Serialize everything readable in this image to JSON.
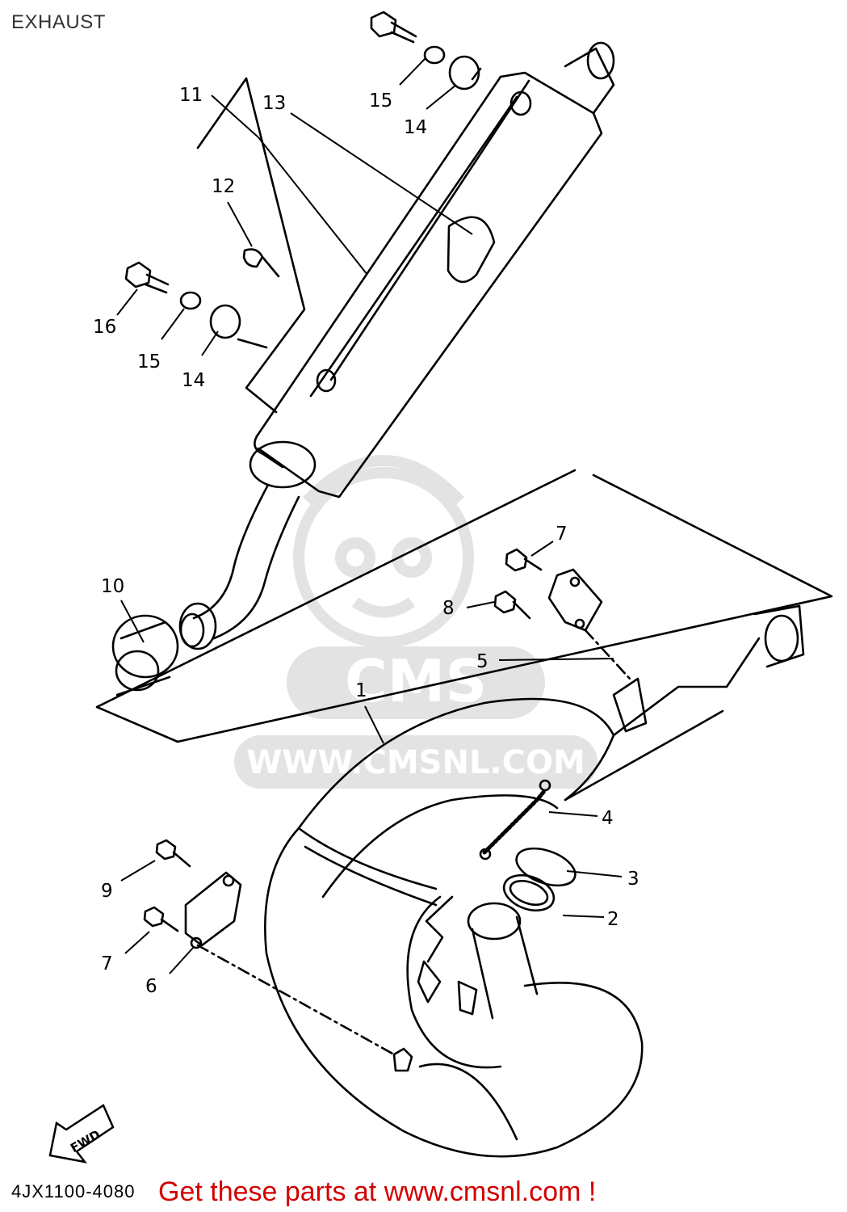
{
  "page": {
    "title": "EXHAUST",
    "drawing_code": "4JX1100-4080",
    "call_to_action": "Get these parts at www.cmsnl.com !",
    "link_color": "#d40000"
  },
  "watermark": {
    "brand": "CMS",
    "url": "WWW.CMSNL.COM",
    "color": "#e3e3e3"
  },
  "direction_badge": "FWD",
  "callouts": [
    {
      "id": "c1",
      "label": "1"
    },
    {
      "id": "c2",
      "label": "2"
    },
    {
      "id": "c3",
      "label": "3"
    },
    {
      "id": "c4",
      "label": "4"
    },
    {
      "id": "c5",
      "label": "5"
    },
    {
      "id": "c6",
      "label": "6"
    },
    {
      "id": "c7a",
      "label": "7"
    },
    {
      "id": "c7b",
      "label": "7"
    },
    {
      "id": "c8",
      "label": "8"
    },
    {
      "id": "c9",
      "label": "9"
    },
    {
      "id": "c10",
      "label": "10"
    },
    {
      "id": "c11",
      "label": "11"
    },
    {
      "id": "c12",
      "label": "12"
    },
    {
      "id": "c13",
      "label": "13"
    },
    {
      "id": "c14a",
      "label": "14"
    },
    {
      "id": "c14b",
      "label": "14"
    },
    {
      "id": "c15a",
      "label": "15"
    },
    {
      "id": "c15b",
      "label": "15"
    },
    {
      "id": "c16",
      "label": "16"
    }
  ]
}
